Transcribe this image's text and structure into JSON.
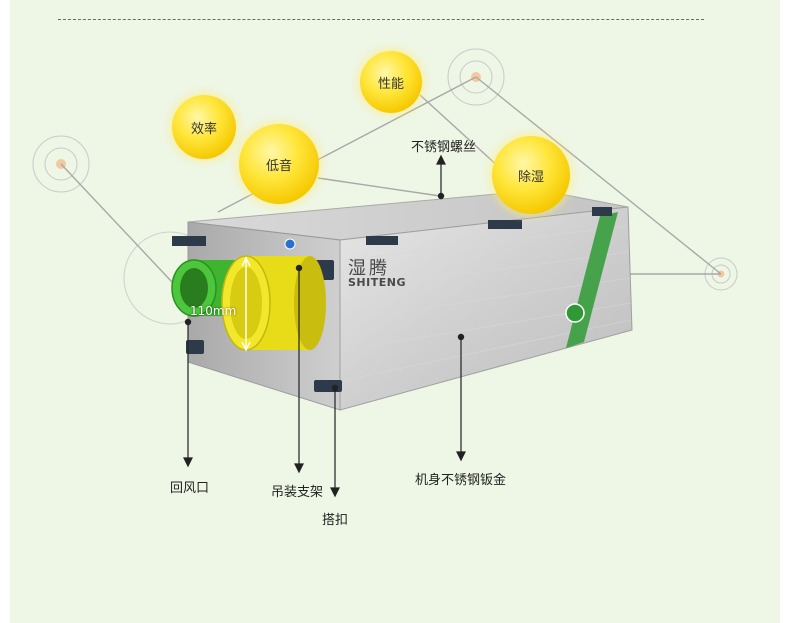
{
  "features": {
    "efficiency": "效率",
    "performance": "性能",
    "low_noise": "低音",
    "dehumidify": "除湿"
  },
  "callouts": {
    "screw": "不锈钢螺丝",
    "return_air": "回风口",
    "bracket": "吊装支架",
    "clasp": "搭扣",
    "body": "机身不锈钢钣金"
  },
  "dimension": "110mm",
  "brand": {
    "name_cn": "湿腾",
    "name_en": "SHITENG"
  },
  "colors": {
    "background": "#eef6e6",
    "bubble": "#ffe63a",
    "duct_green": "#3fb52f",
    "duct_yellow": "#e8dc18",
    "stripe_green": "#2f9a35"
  }
}
